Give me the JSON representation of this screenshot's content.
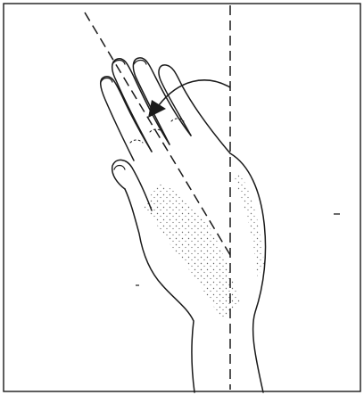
{
  "figure": {
    "icon": "hand-rotation-diagram",
    "colors": {
      "background": "#ffffff",
      "line": "#1a1a1a",
      "frame": "#1a1a1a"
    },
    "elements": {
      "hand": "hand-outline-icon",
      "vertical_axis": "dashed-vertical-axis",
      "tilted_axis": "dashed-tilted-axis",
      "rotation_arrow": "curved-arrow-icon"
    }
  }
}
